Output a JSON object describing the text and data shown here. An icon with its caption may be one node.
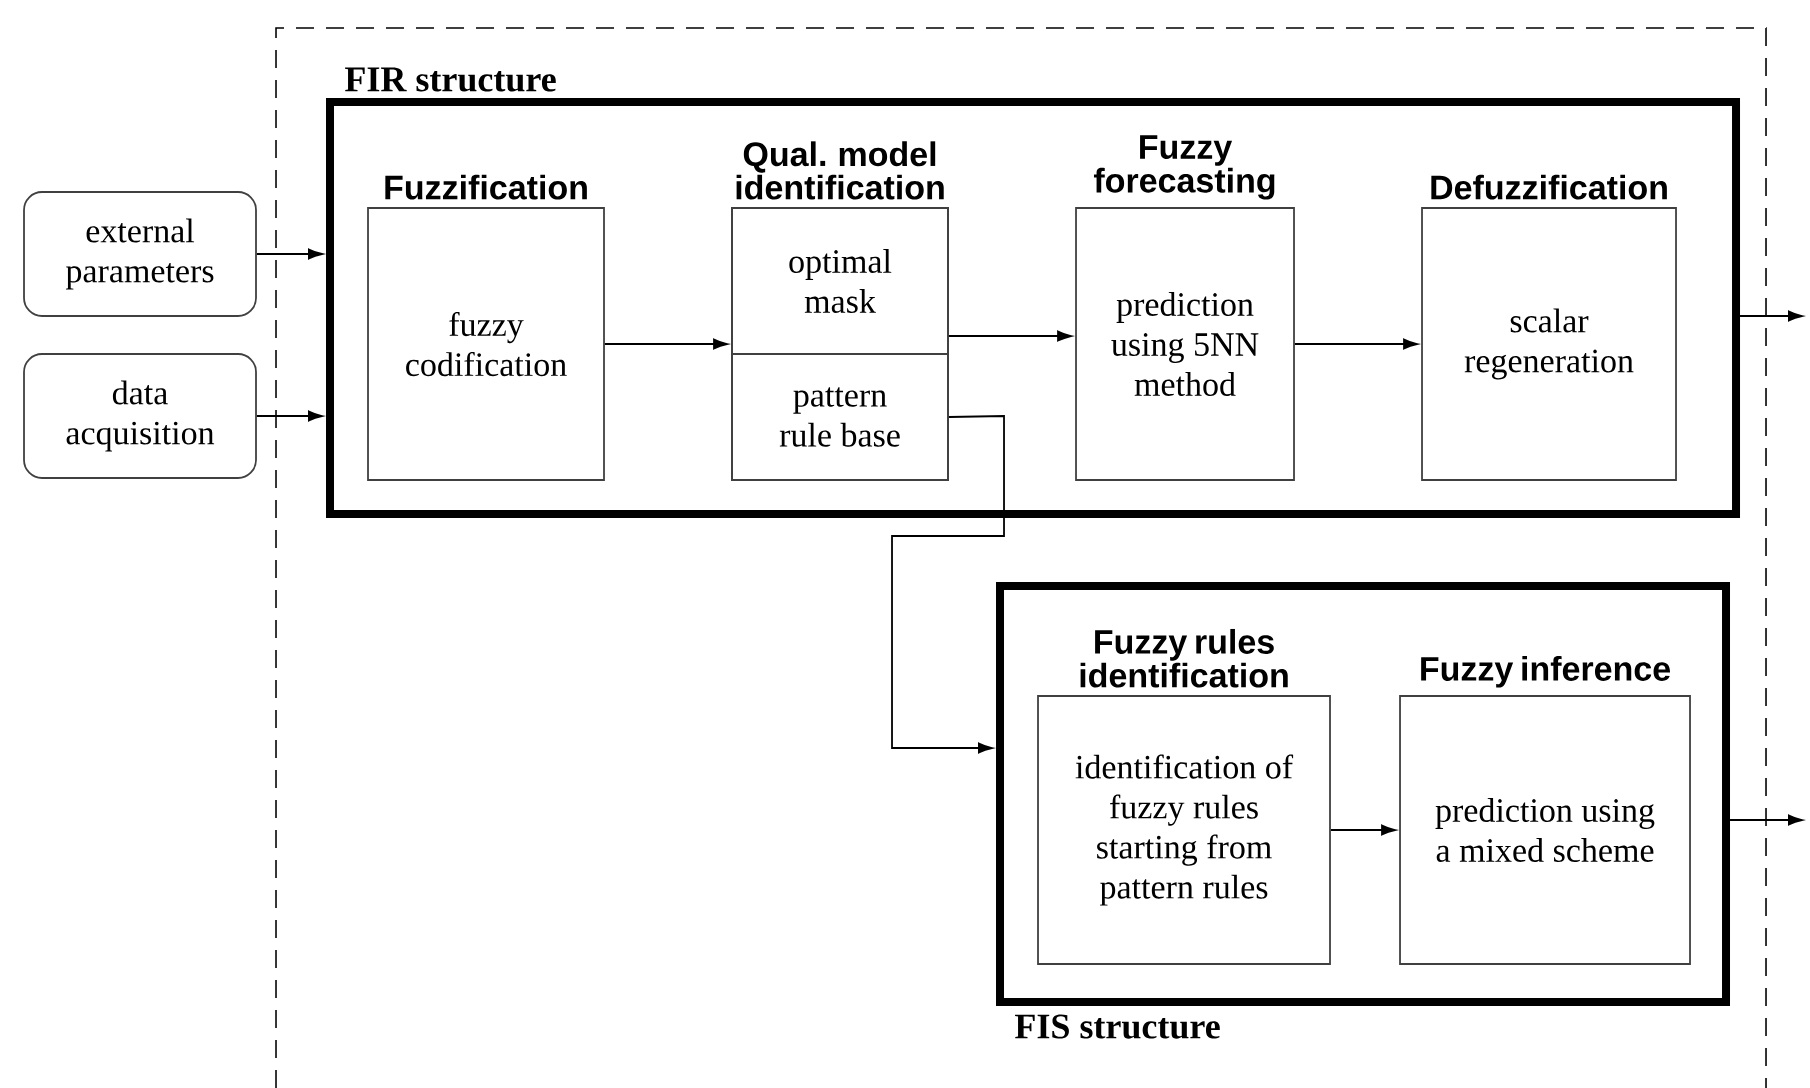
{
  "diagram": {
    "nodes": [
      {
        "text": [],
        "shape": "box"
      },
      {
        "text": [
          "external parameters"
        ]
      },
      {
        "text": [
          "data acquisition"
        ]
      },
      {
        "text": [
          "FIR structure"
        ],
        "in": 0
      },
      {
        "text": [
          "Fuzzification",
          "fuzzy codification"
        ],
        "in": 3
      },
      {
        "text": [
          "Qual. model identification"
        ],
        "in": 3
      },
      {
        "text": [
          "optimal mask"
        ],
        "in": 5
      },
      {
        "text": [
          "pattern rule base"
        ],
        "in": 5
      },
      {
        "text": [
          "Fuzzy forecasting",
          "prediction using 5NN method"
        ],
        "in": 3
      },
      {
        "text": [
          "Defuzzification",
          "scalar regeneration"
        ],
        "in": 3
      },
      {
        "text": [
          "FIS structure"
        ],
        "in": 0
      },
      {
        "text": [
          "Fuzzy rules identification",
          "identification of fuzzy rules starting from pattern rules"
        ],
        "in": 10
      },
      {
        "text": [
          "Fuzzy inference",
          "prediction using a mixed scheme"
        ],
        "in": 10
      }
    ],
    "edges": [
      {
        "from": 1,
        "to": 3,
        "arrow": "to"
      },
      {
        "from": 2,
        "to": 3,
        "arrow": "to"
      },
      {
        "from": 4,
        "to": 5,
        "arrow": "to"
      },
      {
        "from": 6,
        "to": 8,
        "arrow": "to"
      },
      {
        "from": 8,
        "to": 9,
        "arrow": "to"
      },
      {
        "from": 3,
        "to": null,
        "arrow": "to"
      },
      {
        "from": 7,
        "to": 10,
        "arrow": "to"
      },
      {
        "from": 11,
        "to": 12,
        "arrow": "to"
      },
      {
        "from": 10,
        "to": null,
        "arrow": "to"
      }
    ]
  }
}
